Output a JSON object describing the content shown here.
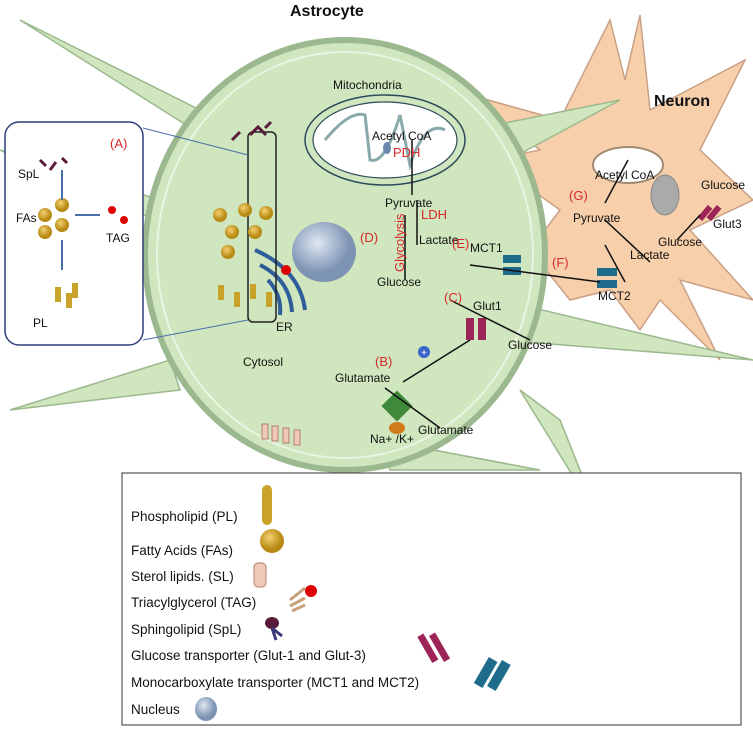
{
  "titles": {
    "astrocyte": "Astrocyte",
    "neuron": "Neuron"
  },
  "astrocyte": {
    "mitochondria": "Mitochondria",
    "acetyl_coa": "Acetyl CoA",
    "pdh": "PDH",
    "pyruvate": "Pyruvate",
    "ldh": "LDH",
    "glycolysis": "Glycolysis",
    "glucose": "Glucose",
    "lactate": "Lactate",
    "mct1": "MCT1",
    "glut1": "Glut1",
    "glucose_outside": "Glucose",
    "er": "ER",
    "cytosol": "Cytosol",
    "glutamate": "Glutamate",
    "glutamate_outside": "Glutamate",
    "na_k": "Na+ /K+",
    "labels": {
      "A": "(A)",
      "B": "(B)",
      "C": "(C)",
      "D": "(D)",
      "E": "(E)",
      "F": "(F)",
      "G": "(G)"
    }
  },
  "inset": {
    "spl": "SpL",
    "fas": "FAs",
    "tag": "TAG",
    "pl": "PL"
  },
  "neuron": {
    "acetyl_coa": "Acetyl CoA",
    "pyruvate": "Pyruvate",
    "glucose": "Glucose",
    "glucose_outside": "Glucose",
    "glut3": "Glut3",
    "lactate": "Lactate",
    "mct2": "MCT2"
  },
  "legend": [
    {
      "label": "Phospholipid (PL)",
      "icon": "phospholipid-icon"
    },
    {
      "label": "Fatty Acids (FAs)",
      "icon": "fatty-acid-icon"
    },
    {
      "label": "Sterol lipids. (SL)",
      "icon": "sterol-lipid-icon"
    },
    {
      "label": "Triacylglycerol (TAG)",
      "icon": "tag-icon"
    },
    {
      "label": "Sphingolipid (SpL)",
      "icon": "sphingolipid-icon"
    },
    {
      "label": "Glucose transporter (Glut-1 and Glut-3)",
      "icon": "glut-icon"
    },
    {
      "label": "Monocarboxylate transporter (MCT1 and MCT2)",
      "icon": "mct-icon"
    },
    {
      "label": "Nucleus",
      "icon": "nucleus-icon"
    }
  ],
  "colors": {
    "astrocyte": "#cfe6bf",
    "neuron": "#f7cfaa",
    "label_red": "#d62a2a",
    "inset_border": "#2d3f7a",
    "glut": "#9c2457",
    "mct": "#1f6b8c"
  }
}
